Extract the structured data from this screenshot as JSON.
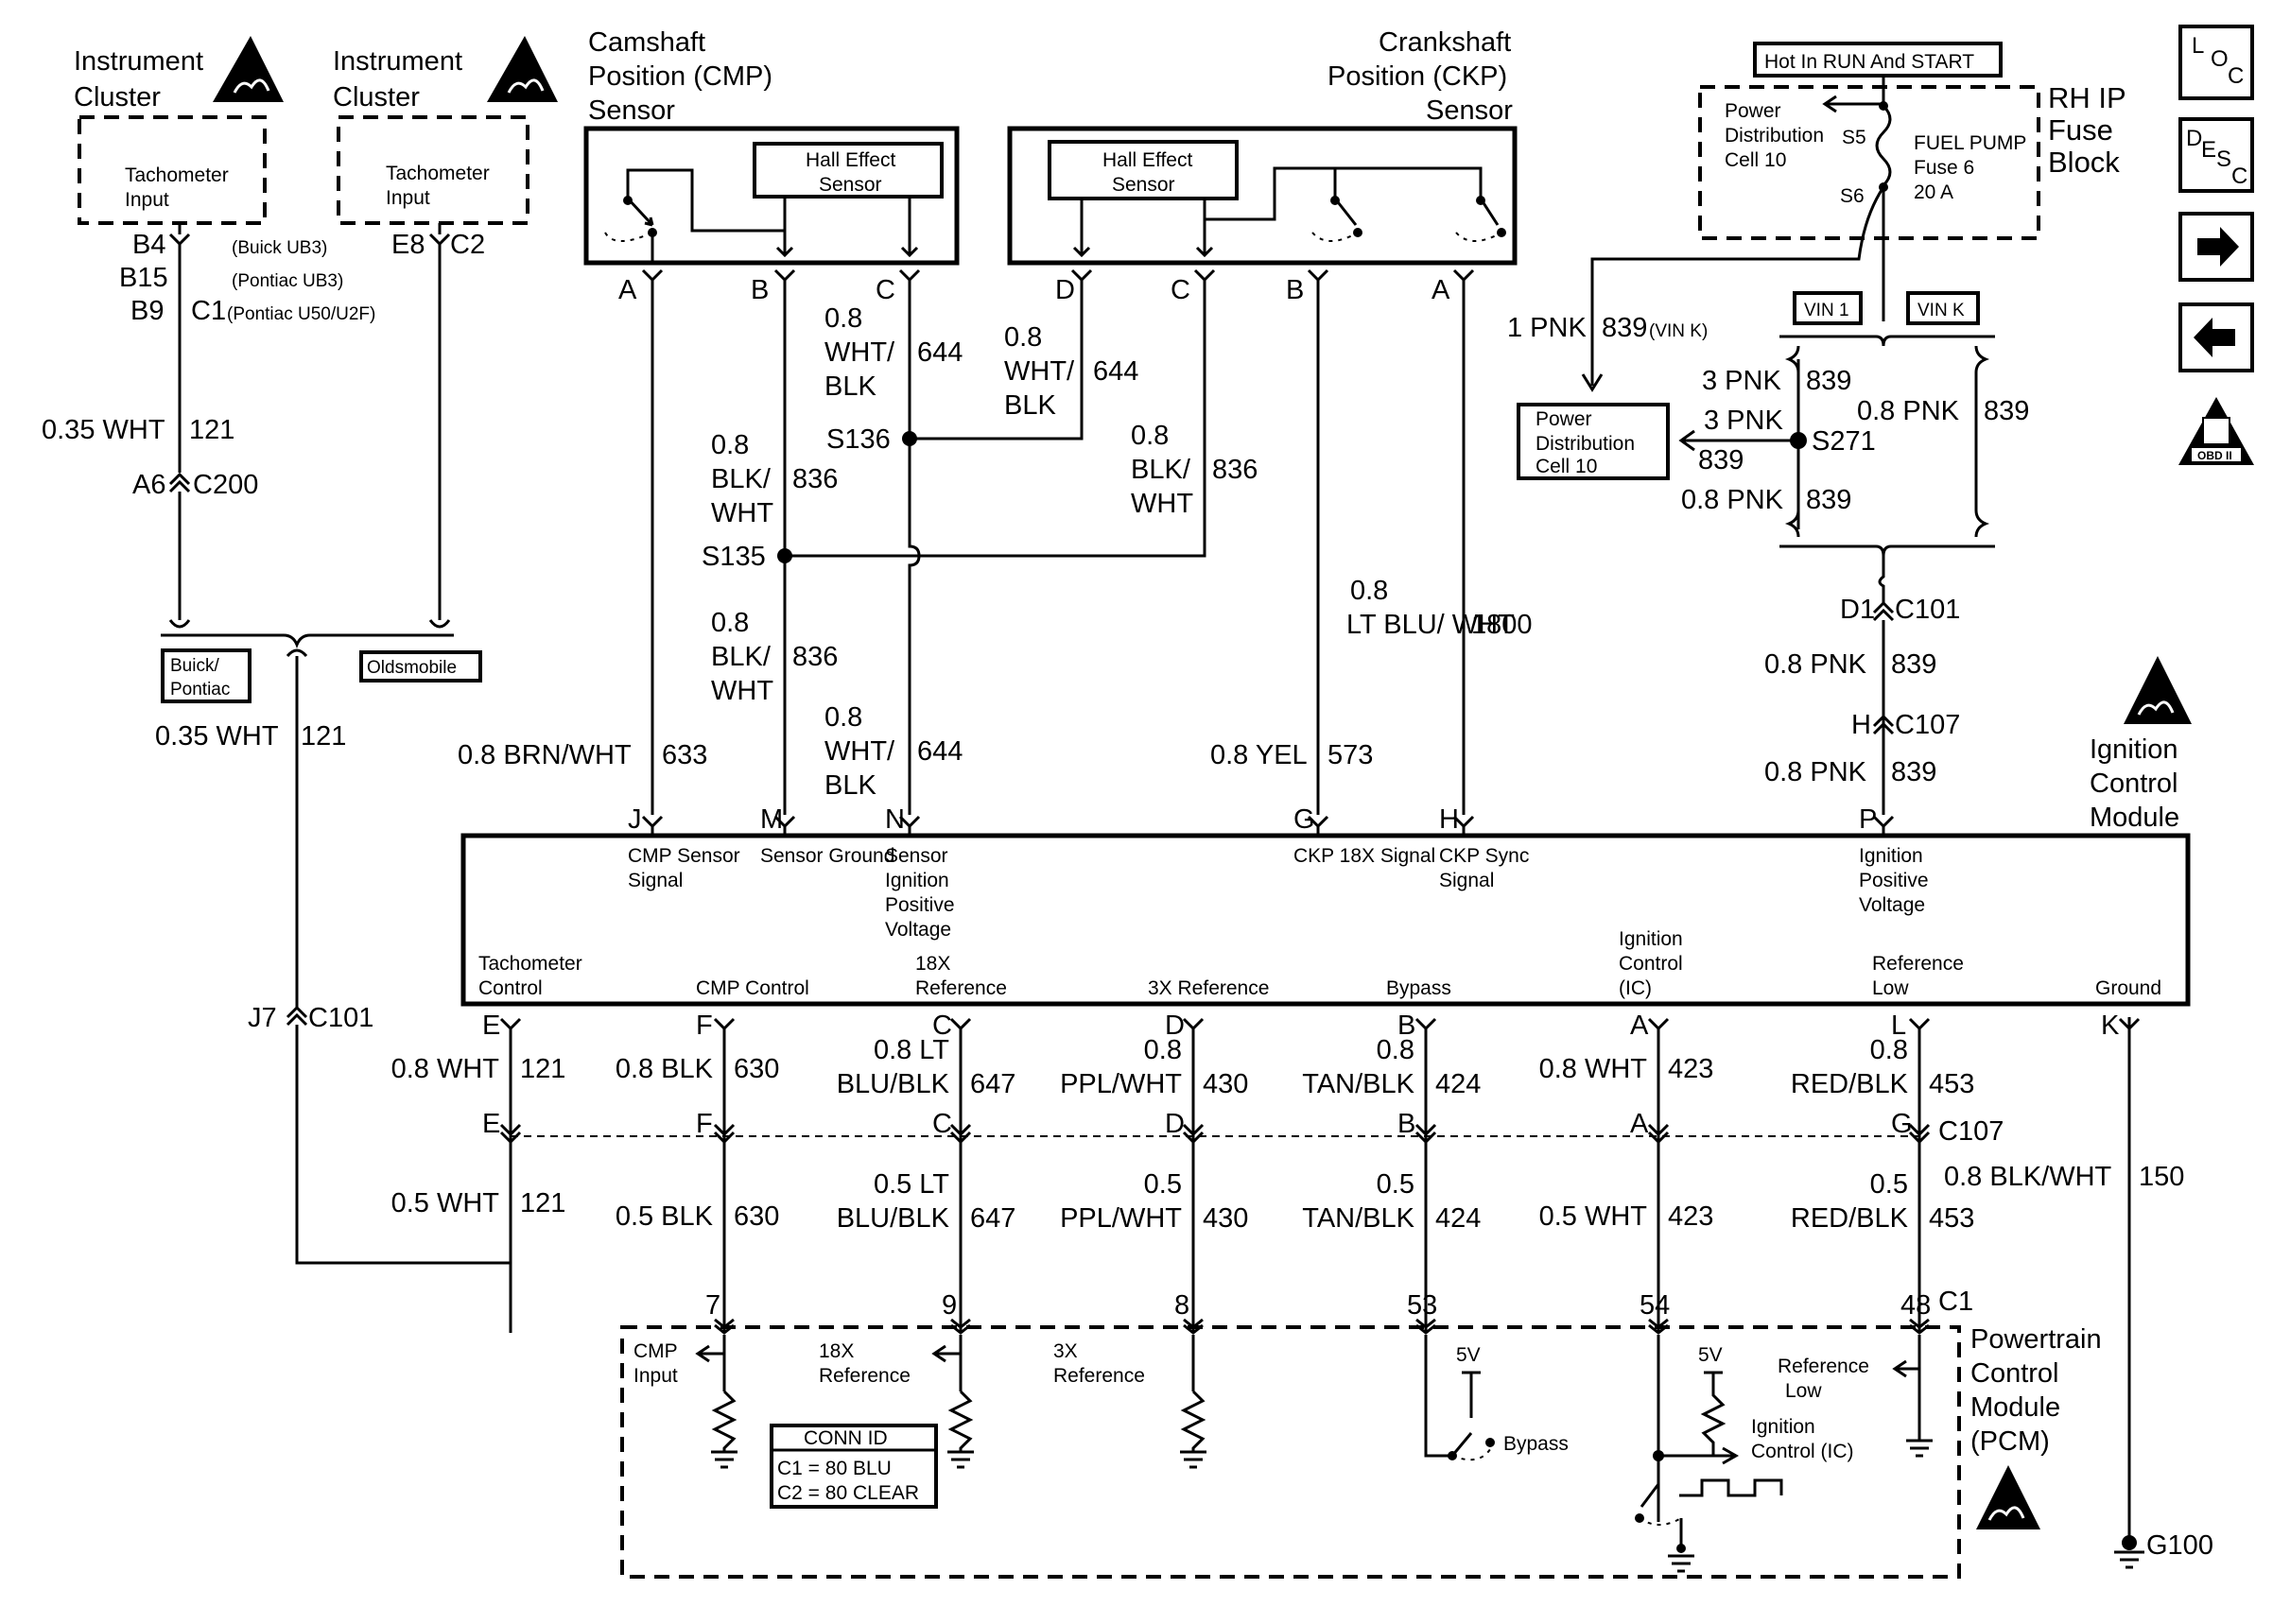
{
  "components": {
    "instrument_cluster_1": {
      "title": "Instrument Cluster",
      "input": "Tachometer Input"
    },
    "instrument_cluster_2": {
      "title": "Instrument Cluster",
      "input": "Tachometer Input"
    },
    "cmp_sensor": {
      "title": "Camshaft Position (CMP) Sensor",
      "hall": "Hall Effect Sensor"
    },
    "ckp_sensor": {
      "title": "Crankshaft Position (CKP) Sensor",
      "hall": "Hall Effect Sensor"
    },
    "fuse_block": {
      "hot_label": "Hot In RUN And START",
      "title": "RH IP Fuse Block",
      "power_dist": "Power Distribution Cell 10",
      "fuse": "FUEL PUMP Fuse 6 20 A",
      "s5": "S5",
      "s6": "S6"
    },
    "power_dist_box": "Power Distribution Cell 10",
    "icm": {
      "title": "Ignition Control Module"
    },
    "pcm": {
      "title": "Powertrain Control Module (PCM)"
    },
    "conn_id": {
      "title": "CONN ID",
      "c1": "C1 = 80 BLU",
      "c2": "C2 = 80 CLEAR"
    },
    "variants": {
      "buick_pontiac": "Buick/ Pontiac",
      "oldsmobile": "Oldsmobile",
      "vin1": "VIN 1",
      "vink": "VIN K"
    }
  },
  "connectors": {
    "b4": "B4",
    "b15": "B15",
    "b9": "B9",
    "c1_ic": "C1",
    "e8": "E8",
    "c2": "C2",
    "buick_ub3": "(Buick UB3)",
    "pontiac_ub3": "(Pontiac UB3)",
    "pontiac_u50": "(Pontiac U50/U2F)",
    "a6": "A6",
    "c200": "C200",
    "j7": "J7",
    "c101a": "C101",
    "d1": "D1",
    "c101b": "C101",
    "h": "H",
    "c107a": "C107",
    "c107b": "C107",
    "c1_pcm": "C1",
    "g100": "G100"
  },
  "splices": {
    "s136": "S136",
    "s135": "S135",
    "s271": "S271"
  },
  "wires": {
    "tach_top_size": "0.35 WHT",
    "tach_top_ckt": "121",
    "tach_mid_size": "0.35 WHT",
    "tach_mid_ckt": "121",
    "cmp_644_size": "0.8 WHT/ BLK",
    "cmp_644_ckt": "644",
    "ckp_644_size": "0.8 WHT/ BLK",
    "ckp_644_ckt": "644",
    "cmp_836a_size": "0.8 BLK/ WHT",
    "cmp_836a_ckt": "836",
    "ckp_836_size": "0.8 BLK/ WHT",
    "ckp_836_ckt": "836",
    "icm_836_size": "0.8 BLK/ WHT",
    "icm_836_ckt": "836",
    "icm_633_size": "0.8 BRN/WHT",
    "icm_633_ckt": "633",
    "icm_644_size": "0.8 WHT/ BLK",
    "icm_644_ckt": "644",
    "icm_573_size": "0.8 YEL",
    "icm_573_ckt": "573",
    "icm_1800_size": "0.8 LT BLU/ WHT",
    "icm_1800_ckt": "1800",
    "pnk_vink_size": "1 PNK",
    "pnk_vink_ckt": "839",
    "pnk_vink_note": "(VIN K)",
    "pnk3a_size": "3 PNK",
    "pnk3a_ckt": "839",
    "pnk3b_size": "3 PNK",
    "pnk3b_ckt": "839",
    "pnk08a_size": "0.8 PNK",
    "pnk08a_ckt": "839",
    "pnk08r_size": "0.8 PNK",
    "pnk08r_ckt": "839",
    "pnk_c101_size": "0.8 PNK",
    "pnk_c101_ckt": "839",
    "pnk_c107_size": "0.8 PNK",
    "pnk_c107_ckt": "839",
    "ground_size": "0.8 BLK/WHT",
    "ground_ckt": "150"
  },
  "icm_top_pins": [
    {
      "pin": "J",
      "label": "CMP Sensor Signal"
    },
    {
      "pin": "M",
      "label": "Sensor Ground"
    },
    {
      "pin": "N",
      "label": "Sensor Ignition Positive Voltage"
    },
    {
      "pin": "G",
      "label": "CKP 18X Signal"
    },
    {
      "pin": "H",
      "label": "CKP Sync Signal"
    },
    {
      "pin": "P",
      "label": "Ignition Positive Voltage"
    }
  ],
  "cmp_pins": [
    "A",
    "B",
    "C"
  ],
  "ckp_pins": [
    "D",
    "C",
    "B",
    "A"
  ],
  "icm_bottom": [
    {
      "label": "Tachometer Control",
      "pin": "E",
      "upper_size": "0.8 WHT",
      "upper_ckt": "121",
      "c107_pin": "E",
      "lower_size": "0.5 WHT",
      "lower_ckt": "121",
      "pcm_pin": ""
    },
    {
      "label": "CMP Control",
      "pin": "F",
      "upper_size": "0.8 BLK",
      "upper_ckt": "630",
      "c107_pin": "F",
      "lower_size": "0.5 BLK",
      "lower_ckt": "630",
      "pcm_pin": "7"
    },
    {
      "label": "18X Reference",
      "pin": "C",
      "upper_size": "0.8 LT BLU/BLK",
      "upper_ckt": "647",
      "c107_pin": "C",
      "lower_size": "0.5 LT BLU/BLK",
      "lower_ckt": "647",
      "pcm_pin": "9"
    },
    {
      "label": "3X Reference",
      "pin": "D",
      "upper_size": "0.8 PPL/WHT",
      "upper_ckt": "430",
      "c107_pin": "D",
      "lower_size": "0.5 PPL/WHT",
      "lower_ckt": "430",
      "pcm_pin": "8"
    },
    {
      "label": "Bypass",
      "pin": "B",
      "upper_size": "0.8 TAN/BLK",
      "upper_ckt": "424",
      "c107_pin": "B",
      "lower_size": "0.5 TAN/BLK",
      "lower_ckt": "424",
      "pcm_pin": "53"
    },
    {
      "label": "Ignition Control (IC)",
      "pin": "A",
      "upper_size": "0.8 WHT",
      "upper_ckt": "423",
      "c107_pin": "A",
      "lower_size": "0.5 WHT",
      "lower_ckt": "423",
      "pcm_pin": "54"
    },
    {
      "label": "Reference Low",
      "pin": "L",
      "upper_size": "0.8 RED/BLK",
      "upper_ckt": "453",
      "c107_pin": "G",
      "lower_size": "0.5 RED/BLK",
      "lower_ckt": "453",
      "pcm_pin": "48"
    },
    {
      "label": "Ground",
      "pin": "K"
    }
  ],
  "pcm_inputs": {
    "cmp": "CMP Input",
    "ref18x": "18X Reference",
    "ref3x": "3X Reference",
    "bypass": "Bypass",
    "five_v_1": "5V",
    "five_v_2": "5V",
    "ic": "Ignition Control (IC)",
    "ref_low": "Reference Low"
  },
  "nav": {
    "loc": "LOC",
    "desc": "DESC",
    "forward": "forward-arrow",
    "back": "back-arrow",
    "obd": "OBD II"
  }
}
